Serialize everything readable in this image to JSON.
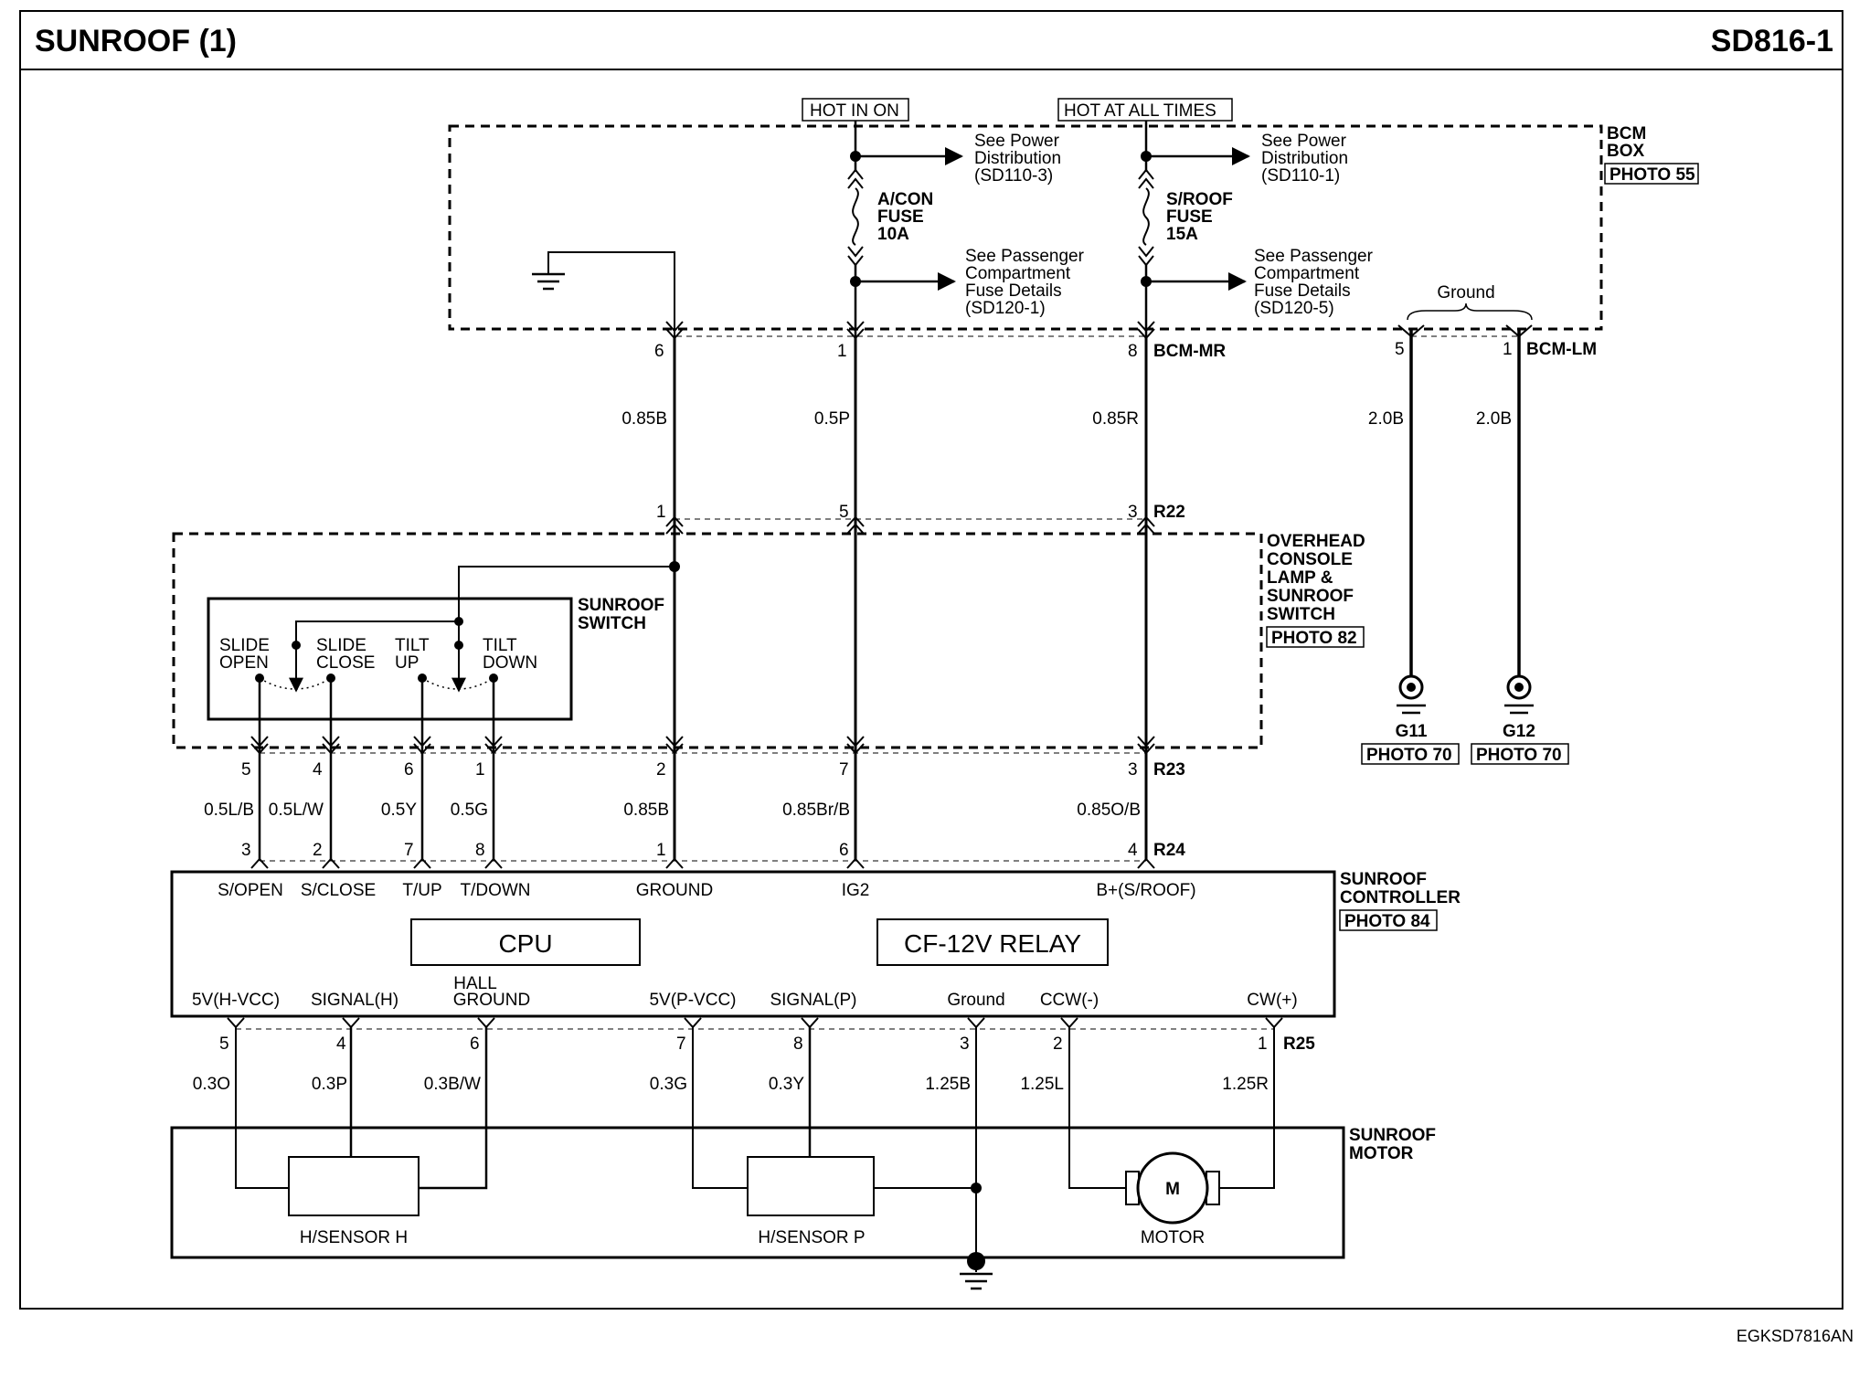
{
  "header": {
    "title": "SUNROOF (1)",
    "code": "SD816-1"
  },
  "footer": {
    "code": "EGKSD7816AN"
  },
  "power": {
    "hot_in_on": "HOT IN ON",
    "hot_at_all_times": "HOT AT ALL TIMES",
    "see_power_1": [
      "See Power",
      "Distribution",
      "(SD110-3)"
    ],
    "see_power_2": [
      "See Power",
      "Distribution",
      "(SD110-1)"
    ],
    "fuse_1": [
      "A/CON",
      "FUSE",
      "10A"
    ],
    "fuse_2": [
      "S/ROOF",
      "FUSE",
      "15A"
    ],
    "see_pass_1": [
      "See Passenger",
      "Compartment",
      "Fuse Details",
      "(SD120-1)"
    ],
    "see_pass_2": [
      "See Passenger",
      "Compartment",
      "Fuse Details",
      "(SD120-5)"
    ]
  },
  "bcm": {
    "name": [
      "BCM",
      "BOX"
    ],
    "photo": "PHOTO 55",
    "ground_label": "Ground",
    "connector_mr": "BCM-MR",
    "connector_lm": "BCM-LM"
  },
  "pins": {
    "bcm": [
      "6",
      "1",
      "8",
      "5",
      "1"
    ],
    "r22": [
      "1",
      "5",
      "3"
    ],
    "r23": [
      "5",
      "4",
      "6",
      "1",
      "2",
      "7",
      "3"
    ],
    "r24": [
      "3",
      "2",
      "7",
      "8",
      "1",
      "6",
      "4"
    ],
    "r25": [
      "5",
      "4",
      "6",
      "7",
      "8",
      "3",
      "2",
      "1"
    ]
  },
  "connectors": {
    "r22": "R22",
    "r23": "R23",
    "r24": "R24",
    "r25": "R25"
  },
  "wires": {
    "top": [
      "0.85B",
      "0.5P",
      "0.85R",
      "2.0B",
      "2.0B"
    ],
    "mid": [
      "0.5L/B",
      "0.5L/W",
      "0.5Y",
      "0.5G",
      "0.85B",
      "0.85Br/B",
      "0.85O/B"
    ],
    "bottom": [
      "0.3O",
      "0.3P",
      "0.3B/W",
      "0.3G",
      "0.3Y",
      "1.25B",
      "1.25L",
      "1.25R"
    ]
  },
  "overhead": {
    "name": [
      "OVERHEAD",
      "CONSOLE",
      "LAMP &",
      "SUNROOF",
      "SWITCH"
    ],
    "photo": "PHOTO 82",
    "switch_name": [
      "SUNROOF",
      "SWITCH"
    ],
    "switch_labels": [
      [
        "SLIDE",
        "OPEN"
      ],
      [
        "SLIDE",
        "CLOSE"
      ],
      [
        "TILT",
        "UP"
      ],
      [
        "TILT",
        "DOWN"
      ]
    ]
  },
  "grounds": {
    "g11": "G11",
    "g12": "G12",
    "g11_photo": "PHOTO 70",
    "g12_photo": "PHOTO 70"
  },
  "controller": {
    "name": [
      "SUNROOF",
      "CONTROLLER"
    ],
    "photo": "PHOTO 84",
    "top_pins": [
      "S/OPEN",
      "S/CLOSE",
      "T/UP",
      "T/DOWN",
      "GROUND",
      "IG2",
      "B+(S/ROOF)"
    ],
    "cpu": "CPU",
    "relay": "CF-12V RELAY",
    "bottom_pins": [
      "5V(H-VCC)",
      "SIGNAL(H)",
      "HALL",
      "GROUND",
      "5V(P-VCC)",
      "SIGNAL(P)",
      "Ground",
      "CCW(-)",
      "CW(+)"
    ]
  },
  "motor": {
    "name": [
      "SUNROOF",
      "MOTOR"
    ],
    "sensor_h": "H/SENSOR H",
    "sensor_p": "H/SENSOR P",
    "motor_label": "MOTOR",
    "motor_symbol": "M"
  }
}
